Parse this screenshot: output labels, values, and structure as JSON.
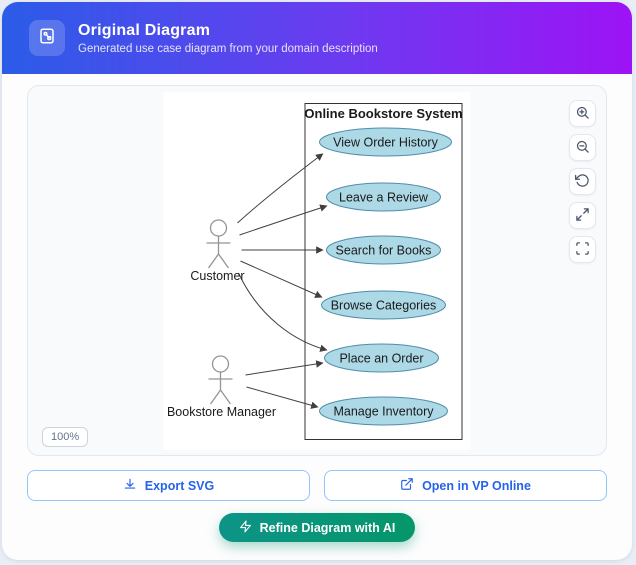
{
  "header": {
    "title": "Original Diagram",
    "subtitle": "Generated use case diagram from your domain description",
    "icon": "diagram-icon"
  },
  "viewer": {
    "zoom_level": "100%",
    "controls": [
      {
        "name": "zoom-in-icon"
      },
      {
        "name": "zoom-out-icon"
      },
      {
        "name": "reset-view-icon"
      },
      {
        "name": "expand-icon"
      },
      {
        "name": "fullscreen-icon"
      }
    ]
  },
  "diagram": {
    "type": "use-case-diagram",
    "system": "Online Bookstore System",
    "actors": [
      {
        "label": "Customer"
      },
      {
        "label": "Bookstore Manager"
      }
    ],
    "use_cases": [
      {
        "label": "View Order History"
      },
      {
        "label": "Leave a Review"
      },
      {
        "label": "Search for Books"
      },
      {
        "label": "Browse Categories"
      },
      {
        "label": "Place an Order"
      },
      {
        "label": "Manage Inventory"
      }
    ],
    "associations": [
      {
        "from": "Customer",
        "to": "View Order History"
      },
      {
        "from": "Customer",
        "to": "Leave a Review"
      },
      {
        "from": "Customer",
        "to": "Search for Books"
      },
      {
        "from": "Customer",
        "to": "Browse Categories"
      },
      {
        "from": "Customer",
        "to": "Place an Order"
      },
      {
        "from": "Bookstore Manager",
        "to": "Place an Order"
      },
      {
        "from": "Bookstore Manager",
        "to": "Manage Inventory"
      }
    ]
  },
  "actions": {
    "export_svg": "Export SVG",
    "open_vp_online": "Open in VP Online",
    "refine_ai": "Refine Diagram with AI"
  },
  "colors": {
    "header_gradient_start": "#2b5ce8",
    "header_gradient_end": "#9d13f5",
    "usecase_fill": "#add8e6",
    "usecase_stroke": "#4e8eaa",
    "accent_blue": "#2563eb",
    "refine_gradient_start": "#0d9488",
    "refine_gradient_end": "#059669"
  }
}
